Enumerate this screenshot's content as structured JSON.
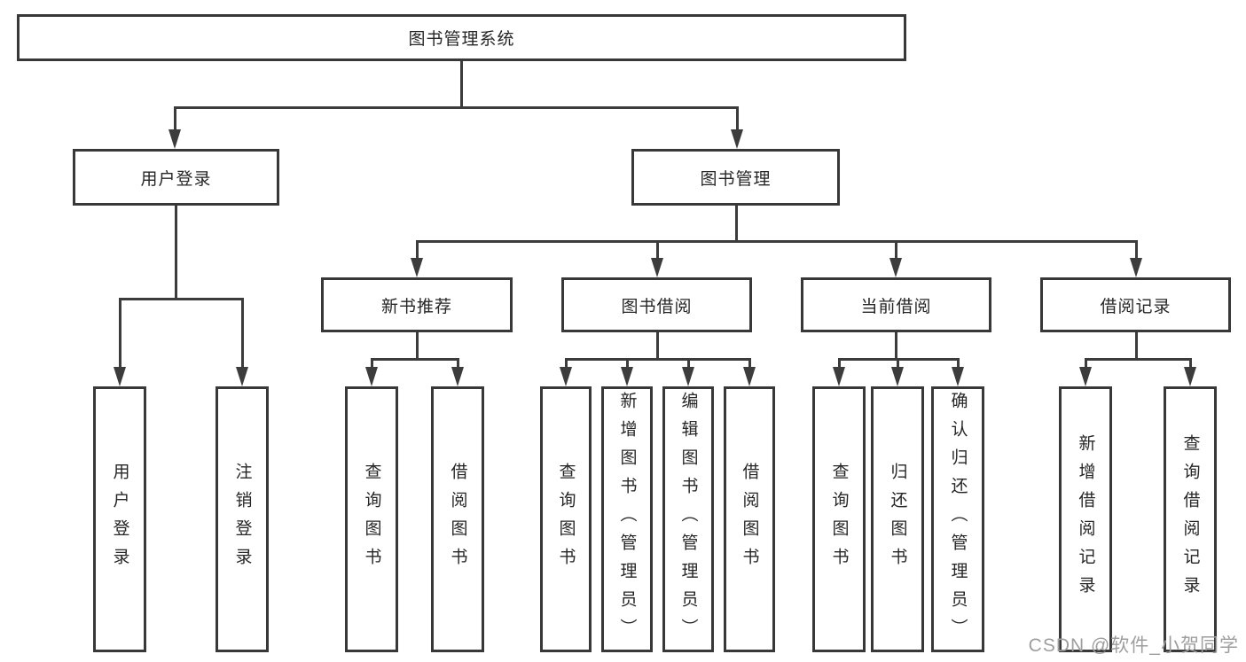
{
  "tree": {
    "label": "图书管理系统",
    "children": [
      {
        "label": "用户登录",
        "children": [
          {
            "label": "用户登录"
          },
          {
            "label": "注销登录"
          }
        ]
      },
      {
        "label": "图书管理",
        "children": [
          {
            "label": "新书推荐",
            "children": [
              {
                "label": "查询图书"
              },
              {
                "label": "借阅图书"
              }
            ]
          },
          {
            "label": "图书借阅",
            "children": [
              {
                "label": "查询图书"
              },
              {
                "label": "新增图书（管理员）"
              },
              {
                "label": "编辑图书（管理员）"
              },
              {
                "label": "借阅图书"
              }
            ]
          },
          {
            "label": "当前借阅",
            "children": [
              {
                "label": "查询图书"
              },
              {
                "label": "归还图书"
              },
              {
                "label": "确认归还（管理员）"
              }
            ]
          },
          {
            "label": "借阅记录",
            "children": [
              {
                "label": "新增借阅记录"
              },
              {
                "label": "查询借阅记录"
              }
            ]
          }
        ]
      }
    ]
  },
  "watermark": "CSDN @软件_小贺同学",
  "colors": {
    "line": "#3c3c3c",
    "box_border": "#383838",
    "text": "#262626",
    "watermark": "#9e9e9e",
    "background": "#ffffff"
  }
}
